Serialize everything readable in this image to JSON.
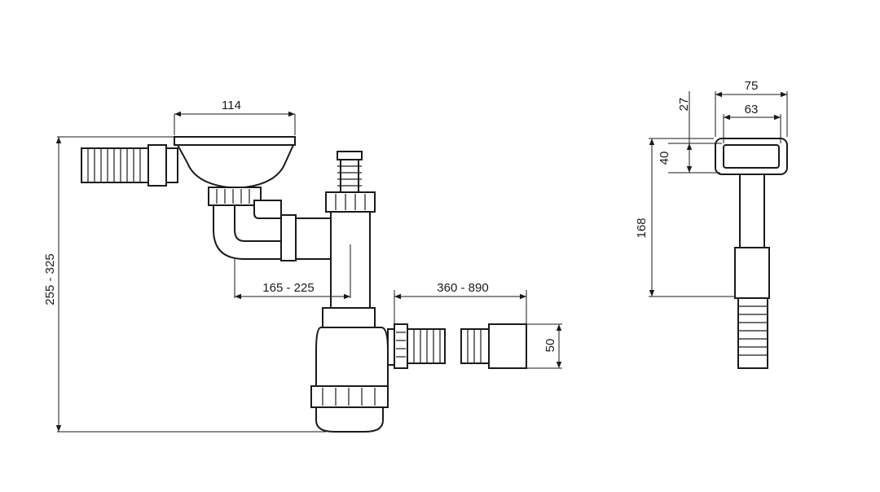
{
  "dimensions": {
    "strainer_width": "114",
    "total_height": "255 - 325",
    "branch_offset": "165 - 225",
    "extension_length": "360 - 890",
    "outlet_diameter": "50",
    "overflow_outer_width": "75",
    "overflow_inner_width": "63",
    "overflow_top_offset": "27",
    "overflow_head_height": "40",
    "overflow_length": "168"
  }
}
